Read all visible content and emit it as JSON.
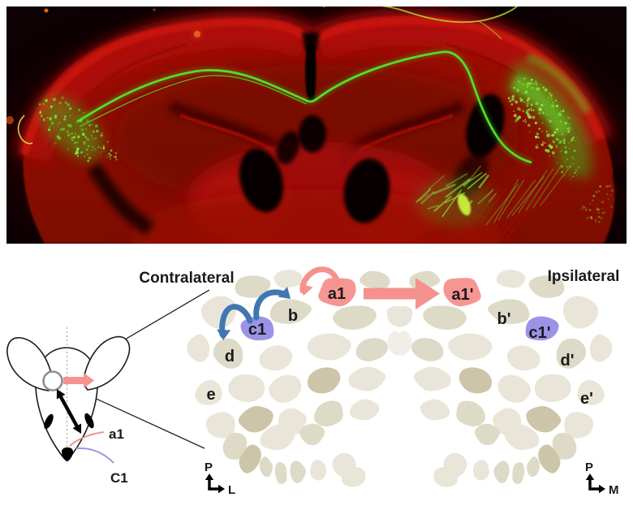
{
  "panels": {
    "contralateral": {
      "title": "Contralateral",
      "barrels": [
        {
          "label": "a1",
          "highlight": "pink"
        },
        {
          "label": "b",
          "highlight": null
        },
        {
          "label": "c1",
          "highlight": "purple"
        },
        {
          "label": "d",
          "highlight": null
        },
        {
          "label": "e",
          "highlight": null
        }
      ],
      "axis": {
        "up": "P",
        "right": "L"
      }
    },
    "ipsilateral": {
      "title": "Ipsilateral",
      "barrels": [
        {
          "label": "a1'",
          "highlight": "pink"
        },
        {
          "label": "b'",
          "highlight": null
        },
        {
          "label": "c1'",
          "highlight": "purple"
        },
        {
          "label": "d'",
          "highlight": null
        },
        {
          "label": "e'",
          "highlight": null
        }
      ],
      "axis": {
        "up": "P",
        "right": "M"
      }
    }
  },
  "mouse": {
    "whisker_a1_label": "a1",
    "whisker_c1_label": "C1"
  },
  "colors": {
    "pink": "#F5918F",
    "purple": "#9B93E5",
    "blue_arrow": "#4077B2",
    "barrel_beige": "#E8E5D8",
    "micrograph_red": "#9E0D07",
    "micrograph_green": "#53E629",
    "background": "#FFFFFF"
  }
}
